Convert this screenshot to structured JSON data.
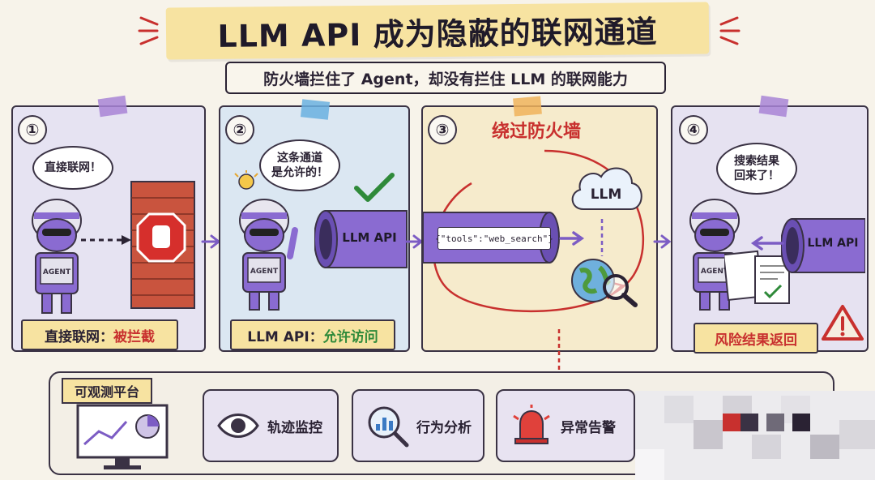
{
  "header": {
    "title": "LLM API 成为隐蔽的联网通道",
    "subtitle": "防火墙拦住了 Agent，却没有拦住 LLM 的联网能力"
  },
  "panels": [
    {
      "number": "①",
      "bubble": "直接联网！",
      "badge": "AGENT",
      "label_a": "直接联网：",
      "label_b": "被拦截"
    },
    {
      "number": "②",
      "bubble_line1": "这条通道",
      "bubble_line2": "是允许的！",
      "badge": "AGENT",
      "pipe": "LLM API",
      "label_a": "LLM API：",
      "label_b": "允许访问"
    },
    {
      "number": "③",
      "heading": "绕过防火墙",
      "request": "{\"tools\":\"web_search\"}",
      "cloud": "LLM"
    },
    {
      "number": "④",
      "bubble_line1": "搜索结果",
      "bubble_line2": "回来了！",
      "badge": "AGENT",
      "pipe": "LLM API",
      "label": "风险结果返回"
    }
  ],
  "platform": {
    "tag": "可观测平台",
    "cards": [
      {
        "label": "轨迹监控"
      },
      {
        "label": "行为分析"
      },
      {
        "label": "异常告警"
      }
    ]
  },
  "colors": {
    "purple": "#7c5cc4",
    "red": "#c8302e",
    "green": "#2f8a3a",
    "yellow": "#f7e3a1"
  }
}
